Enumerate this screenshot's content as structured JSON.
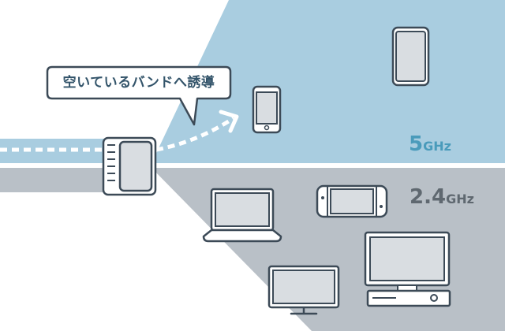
{
  "callout": {
    "text": "空いているバンドへ誘導"
  },
  "bands": [
    {
      "id": "5ghz",
      "value": "5",
      "unit": "GHz",
      "color": "#4a9bbb",
      "region_color": "#a9cde0"
    },
    {
      "id": "2_4ghz",
      "value": "2.4",
      "unit": "GHz",
      "color": "#5f6870",
      "region_color": "#b9c0c7"
    }
  ],
  "icons": {
    "router": "router-icon",
    "phone": "smartphone-icon",
    "tablet": "tablet-icon",
    "laptop": "laptop-icon",
    "game_console": "game-console-icon",
    "monitor": "monitor-icon",
    "tv": "television-icon"
  },
  "colors": {
    "line": "#3c4a57",
    "dotted_arrow": "#ffffff",
    "device_screen": "#d9dde1",
    "device_body": "#ffffff"
  }
}
